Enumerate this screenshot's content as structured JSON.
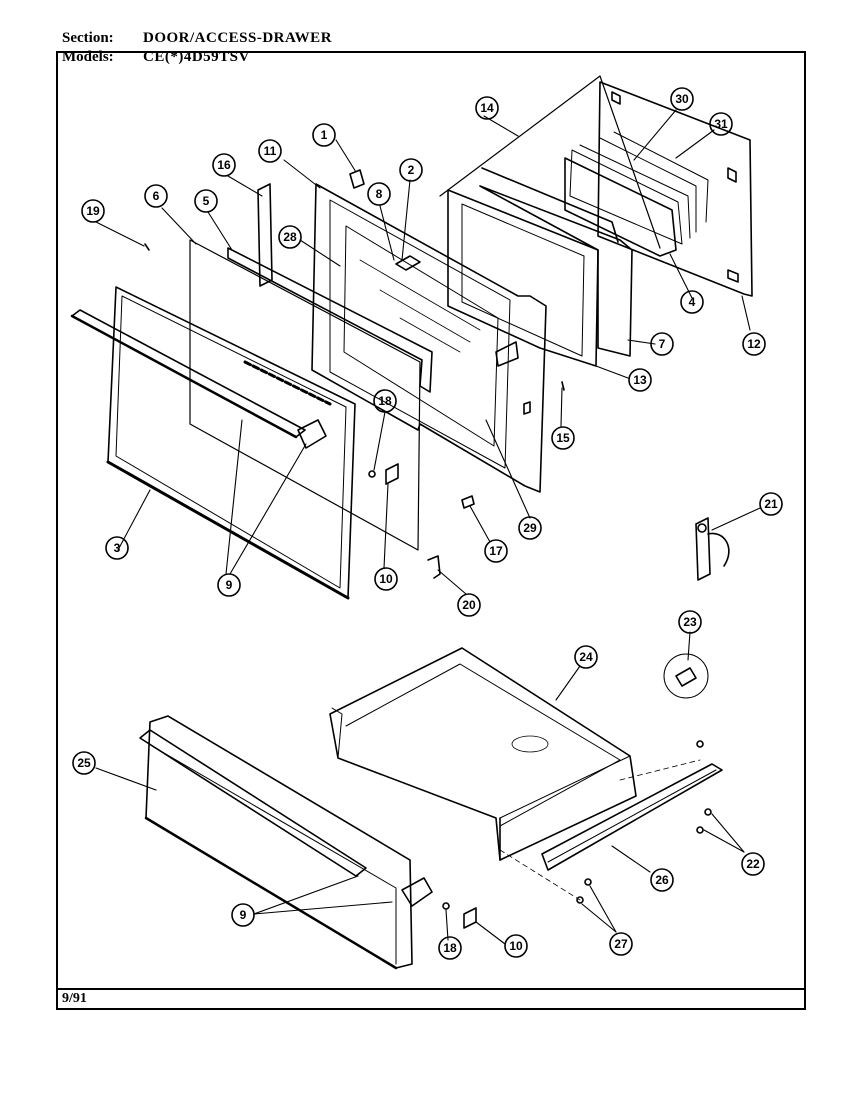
{
  "header": {
    "section_label": "Section:",
    "section_value": "DOOR/ACCESS-DRAWER",
    "models_label": "Models:",
    "models_value": "CE(*)4D59TSV"
  },
  "footer": {
    "date": "9/91"
  },
  "callouts": [
    {
      "id": "c1",
      "number": "1"
    },
    {
      "id": "c2",
      "number": "2"
    },
    {
      "id": "c3",
      "number": "3"
    },
    {
      "id": "c4",
      "number": "4"
    },
    {
      "id": "c5",
      "number": "5"
    },
    {
      "id": "c6",
      "number": "6"
    },
    {
      "id": "c7",
      "number": "7"
    },
    {
      "id": "c8",
      "number": "8"
    },
    {
      "id": "c9a",
      "number": "9"
    },
    {
      "id": "c9b",
      "number": "9"
    },
    {
      "id": "c10a",
      "number": "10"
    },
    {
      "id": "c10b",
      "number": "10"
    },
    {
      "id": "c11",
      "number": "11"
    },
    {
      "id": "c12",
      "number": "12"
    },
    {
      "id": "c13",
      "number": "13"
    },
    {
      "id": "c14",
      "number": "14"
    },
    {
      "id": "c15",
      "number": "15"
    },
    {
      "id": "c16",
      "number": "16"
    },
    {
      "id": "c17",
      "number": "17"
    },
    {
      "id": "c18a",
      "number": "18"
    },
    {
      "id": "c18b",
      "number": "18"
    },
    {
      "id": "c19",
      "number": "19"
    },
    {
      "id": "c20",
      "number": "20"
    },
    {
      "id": "c21",
      "number": "21"
    },
    {
      "id": "c22",
      "number": "22"
    },
    {
      "id": "c23",
      "number": "23"
    },
    {
      "id": "c24",
      "number": "24"
    },
    {
      "id": "c25",
      "number": "25"
    },
    {
      "id": "c26",
      "number": "26"
    },
    {
      "id": "c27",
      "number": "27"
    },
    {
      "id": "c28",
      "number": "28"
    },
    {
      "id": "c29",
      "number": "29"
    },
    {
      "id": "c30",
      "number": "30"
    },
    {
      "id": "c31",
      "number": "31"
    }
  ]
}
